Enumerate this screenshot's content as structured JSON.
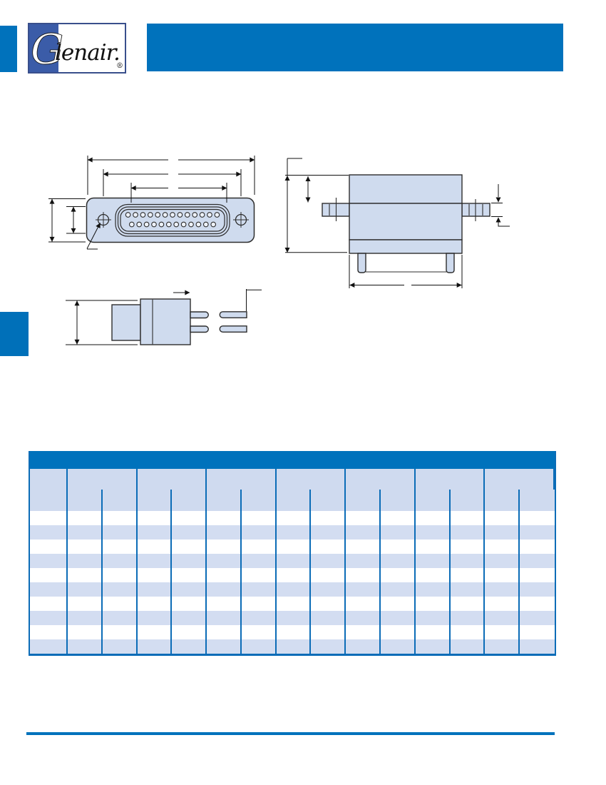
{
  "logo": {
    "g": "G",
    "rest": "lenair.",
    "registered": "®"
  },
  "colors": {
    "brand_blue": "#0072bc",
    "logo_panel_blue": "#3b5ca8",
    "grid_blue": "#0b6cb7",
    "header_fill": "#cfdaef",
    "row_alt_fill": "#d3ddf1",
    "drawing_fill": "#cfdbee",
    "drawing_outline": "#2d2d2d"
  },
  "drawings": {
    "front_view": {
      "contacts_top_row": 13,
      "contacts_bottom_row": 12,
      "mounting_holes": 2
    },
    "contact_detail": {
      "pins": 2
    }
  },
  "table": {
    "title_text": "",
    "columns": {
      "lead_columns": 1,
      "groups": 7,
      "sub_columns_per_group": 2
    },
    "data_rows": 10,
    "cell_text": ""
  }
}
